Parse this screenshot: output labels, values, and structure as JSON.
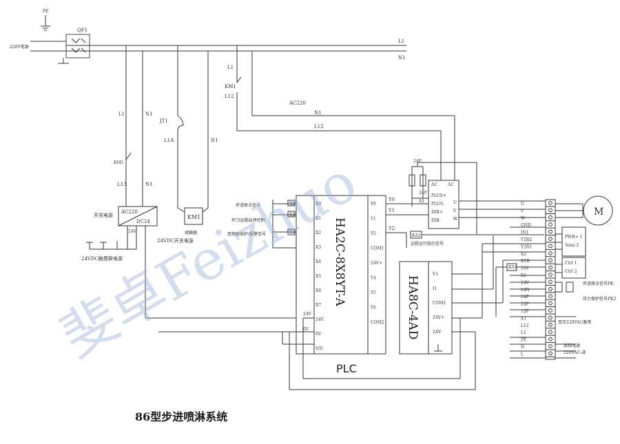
{
  "caption": "86型步进喷淋系统",
  "watermark": "斐卓Feizhuo",
  "supply": {
    "pe": "PE",
    "source": "220V电源",
    "breaker": "QF1",
    "l1": "L1",
    "n1": "N1",
    "ac220": "AC220",
    "l12": "L12",
    "km1": "KM1",
    "l1a": "L1A",
    "jt1": "JT1",
    "l13": "L13"
  },
  "psu": {
    "label": "开关电源",
    "ac": "AC220",
    "dc": "DC24",
    "v24": "24V",
    "out1": "24VDC开关电源",
    "out2": "24VDC触摸屏电源"
  },
  "contactor": {
    "label": "KM1",
    "sub": "接触器"
  },
  "inputs": [
    {
      "label": "步进原点信号",
      "tag": "X0"
    },
    {
      "label": "PCS远程启停控制",
      "tag": "X1"
    },
    {
      "label": "变频器保护/报警信号",
      "tag": "X2"
    }
  ],
  "plc": {
    "title": "HA2C-8X8YT-A",
    "name": "PLC",
    "left_pins": [
      "X0",
      "X1",
      "X2",
      "X3",
      "X4",
      "X5",
      "X6",
      "X7",
      "24V",
      "0V",
      "S/S"
    ],
    "left_power": [
      "24V",
      "0V"
    ],
    "right_pins": [
      "Y0",
      "Y1",
      "Y2",
      "COM1",
      "24V+",
      "Y4",
      "Y5",
      "Y6",
      "COM2"
    ]
  },
  "wires": {
    "y0": "Y0",
    "y1": "Y1",
    "y2": "Y2"
  },
  "driver": {
    "pins": [
      "PLUS+",
      "PLUS-",
      "DIR+",
      "DIR-"
    ],
    "out": [
      "U",
      "V",
      "W"
    ],
    "top": [
      "AC",
      "AC"
    ],
    "p24": "24P",
    "a1": "A1",
    "note": "远程运行指示信号",
    "ka2": "KA2"
  },
  "resistor_label": "24P",
  "ad": {
    "title": "HA8C-4AD",
    "pins": [
      "V1",
      "I1",
      "COM1",
      "24V+",
      "24V-"
    ]
  },
  "terminal": {
    "labels": [
      "U",
      "V",
      "W",
      "GND",
      "IN1",
      "Y2R2",
      "Y2R1",
      "X2",
      "X1R",
      "24V",
      "X1",
      "24V",
      "24N",
      "24P",
      "24P",
      "12P",
      "X1",
      "L12",
      "L1",
      "PE",
      "N",
      "L"
    ],
    "ka1": "KA1",
    "sensor1": "步进原点信号PK",
    "sensor2": "压力保护信号PK2",
    "ext_ac": "变压220VAC备用",
    "power_in": "进线电源",
    "power_in2": "220VAC-进"
  },
  "motor": "M",
  "interlock": {
    "l1": "PWR+ 1",
    "l2": "Sens 2",
    "l3": "Ctrl 1",
    "l4": "Ctrl 2"
  }
}
